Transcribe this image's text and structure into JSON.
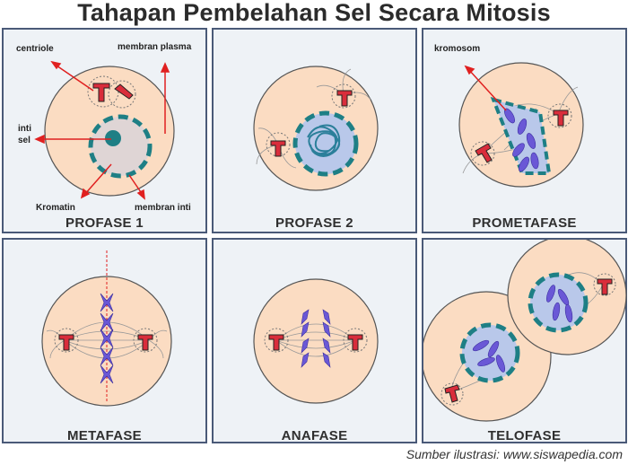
{
  "title": "Tahapan Pembelahan Sel Secara Mitosis",
  "panels": [
    {
      "label": "PROFASE 1"
    },
    {
      "label": "PROFASE 2"
    },
    {
      "label": "PROMETAFASE"
    },
    {
      "label": "METAFASE"
    },
    {
      "label": "ANAFASE"
    },
    {
      "label": "TELOFASE"
    }
  ],
  "annotations": {
    "centriole": "centriole",
    "membran_plasma": "membran plasma",
    "inti": "inti",
    "sel": "sel",
    "kromatin": "Kromatin",
    "membran_inti": "membran inti",
    "kromosom": "kromosom"
  },
  "credit": "Sumber ilustrasi: www.siswapedia.com",
  "colors": {
    "cell_fill": "#fbdcc2",
    "nucleus_fill": "#b9c8ea",
    "nuclear_membrane": "#1e7f85",
    "chromosome": "#6a58d6",
    "centriole": "#d92d3b",
    "arrow": "#e02020",
    "panel_border": "#4a5a78"
  }
}
